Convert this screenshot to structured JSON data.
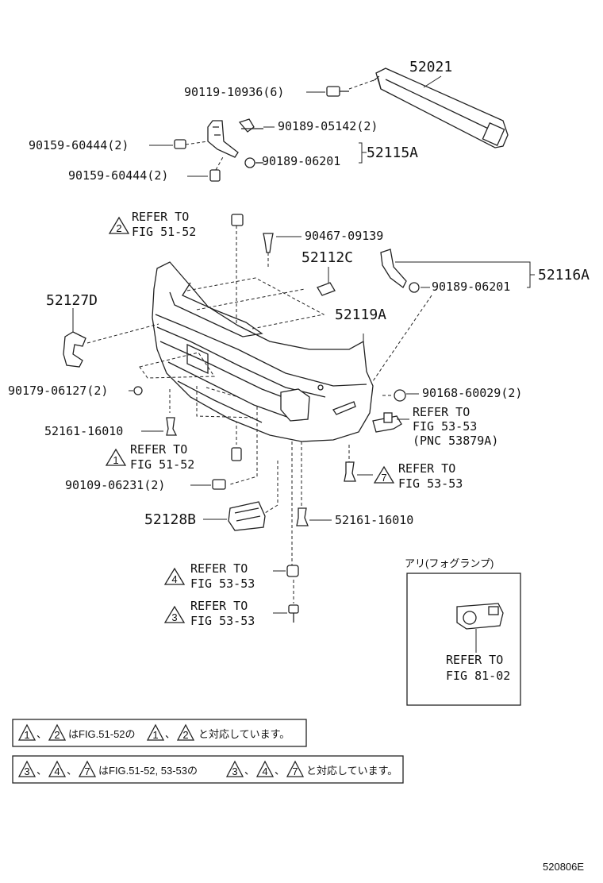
{
  "parts": {
    "p52021": "52021",
    "p90119": "90119-10936(6)",
    "p90189_05142": "90189-05142(2)",
    "p90159_a": "90159-60444(2)",
    "p52115A": "52115A",
    "p90189_06201_a": "90189-06201",
    "p90159_b": "90159-60444(2)",
    "p90467": "90467-09139",
    "p52112C": "52112C",
    "p52116A": "52116A",
    "p90189_06201_b": "90189-06201",
    "p52127D": "52127D",
    "p52119A": "52119A",
    "p90179": "90179-06127(2)",
    "p90168": "90168-60029(2)",
    "p52161_a": "52161-16010",
    "p90109": "90109-06231(2)",
    "p52128B": "52128B",
    "p52161_b": "52161-16010"
  },
  "refs": {
    "r2": {
      "num": "2",
      "line1": "REFER TO",
      "line2": "FIG 51-52"
    },
    "r1": {
      "num": "1",
      "line1": "REFER TO",
      "line2": "FIG 51-52"
    },
    "r7": {
      "num": "7",
      "line1": "REFER TO",
      "line2": "FIG 53-53"
    },
    "r4": {
      "num": "4",
      "line1": "REFER TO",
      "line2": "FIG 53-53"
    },
    "r3": {
      "num": "3",
      "line1": "REFER TO",
      "line2": "FIG 53-53"
    },
    "pnc": {
      "line1": "REFER TO",
      "line2": "FIG 53-53",
      "line3": "(PNC 53879A)"
    }
  },
  "inset": {
    "title": "アリ(フォグランプ)",
    "line1": "REFER TO",
    "line2": "FIG 81-02"
  },
  "notes": {
    "note1": {
      "t1": "1",
      "sep1": "、",
      "t2": "2",
      "text1": "はFIG.51-52の",
      "t3": "1",
      "sep2": "、",
      "t4": "2",
      "text2": "と対応しています。"
    },
    "note2": {
      "t1": "3",
      "sep1": "、",
      "t2": "4",
      "sep2": "、",
      "t3": "7",
      "text1": "はFIG.51-52, 53-53の",
      "t4": "3",
      "sep3": "、",
      "t5": "4",
      "sep4": "、",
      "t6": "7",
      "text2": "と対応しています。"
    }
  },
  "figure_id": "520806E"
}
